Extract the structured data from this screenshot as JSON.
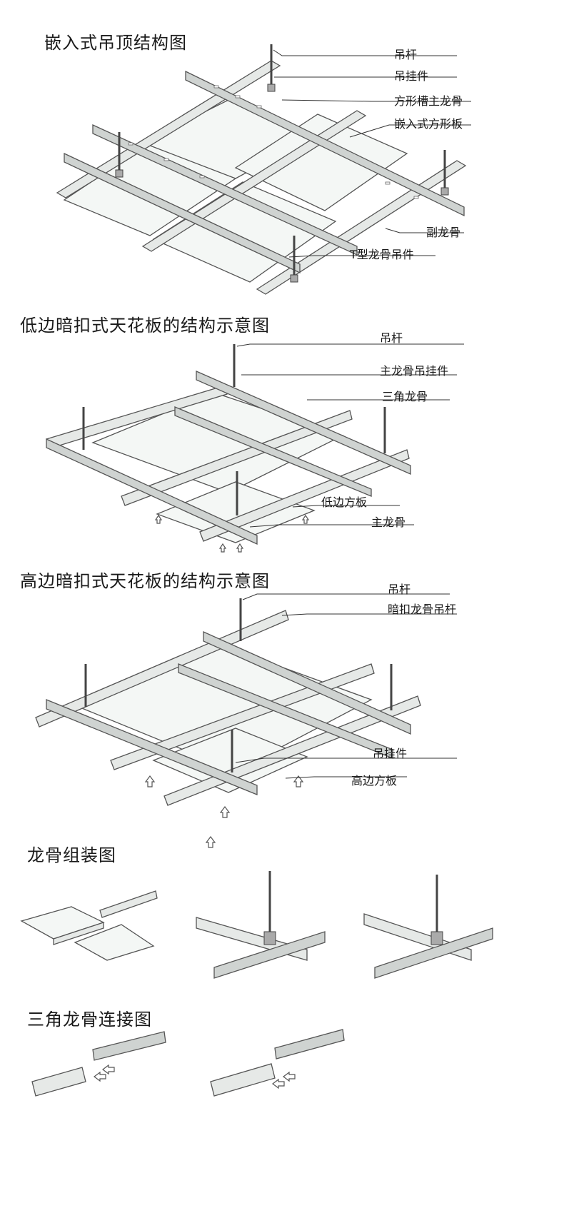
{
  "section1": {
    "title": "嵌入式吊顶结构图",
    "labels": [
      "吊杆",
      "吊挂件",
      "方形槽主龙骨",
      "嵌入式方形板",
      "副龙骨",
      "T型龙骨吊件"
    ]
  },
  "section2": {
    "title": "低边暗扣式天花板的结构示意图",
    "labels": [
      "吊杆",
      "主龙骨吊挂件",
      "三角龙骨",
      "低边方板",
      "主龙骨"
    ]
  },
  "section3": {
    "title": "高边暗扣式天花板的结构示意图",
    "labels": [
      "吊杆",
      "暗扣龙骨吊杆",
      "吊挂件",
      "高边方板"
    ]
  },
  "section4": {
    "title": "龙骨组装图"
  },
  "section5": {
    "title": "三角龙骨连接图"
  },
  "colors": {
    "line": "#555555",
    "beam": "#e6e9e7",
    "panel": "#f4f7f5"
  }
}
